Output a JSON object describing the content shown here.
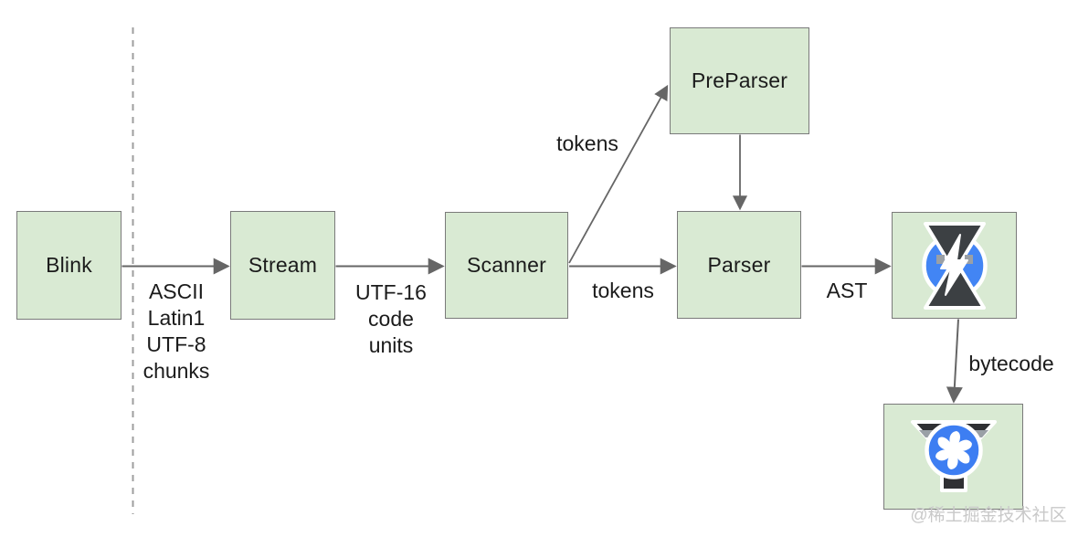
{
  "diagram_type": "flowchart",
  "nodes": {
    "blink": {
      "label": "Blink"
    },
    "stream": {
      "label": "Stream"
    },
    "scanner": {
      "label": "Scanner"
    },
    "preparser": {
      "label": "PreParser"
    },
    "parser": {
      "label": "Parser"
    },
    "ignition": {
      "icon": "ignition-interpreter-icon"
    },
    "turbofan": {
      "icon": "turbofan-compiler-icon"
    }
  },
  "edge_labels": {
    "blink_to_stream": "ASCII\nLatin1\nUTF-8\nchunks",
    "stream_to_scanner": "UTF-16\ncode\nunits",
    "scanner_to_preparser": "tokens",
    "scanner_to_parser": "tokens",
    "parser_to_ignition": "AST",
    "ignition_to_turbofan": "bytecode"
  },
  "watermark": "@稀土掘金技术社区",
  "colors": {
    "node_fill": "#d9ead3",
    "node_border": "#7a7a7a",
    "arrow": "#666666",
    "dashed_line": "#9e9e9e",
    "text": "#1b1b1b",
    "icon_blue": "#4285f4",
    "icon_dark": "#3c4043",
    "icon_gray_accent": "#9aa0a6",
    "watermark_text": "#c9c9c9"
  }
}
